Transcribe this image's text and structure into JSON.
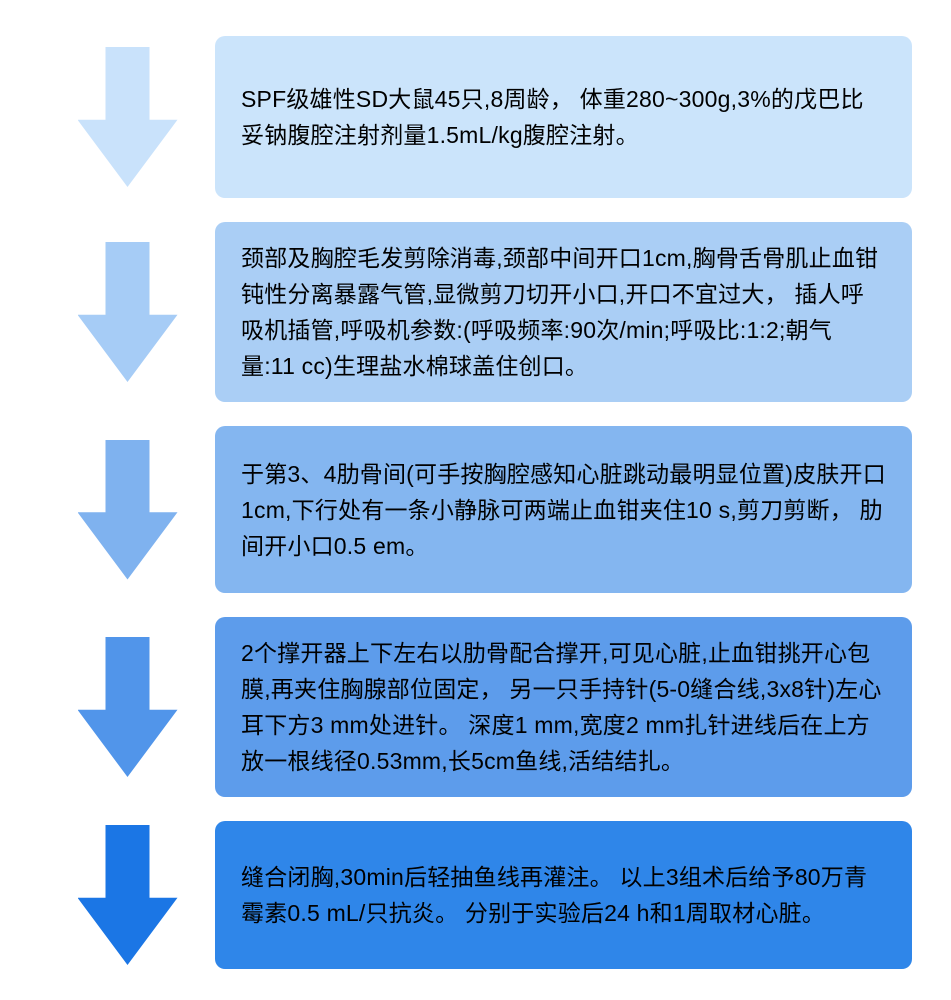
{
  "diagram": {
    "type": "vertical-flowchart",
    "background_color": "#ffffff",
    "text_color": "#000000",
    "steps": [
      {
        "arrow_icon": "down-block-arrow",
        "arrow_color": "#c9e2fb",
        "box_color": "#cbe4fb",
        "text": "SPF级雄性SD大鼠45只,8周龄， 体重280~300g,3%的戊巴比妥钠腹腔注射剂量1.5mL/kg腹腔注射。"
      },
      {
        "arrow_icon": "down-block-arrow",
        "arrow_color": "#a6ccf6",
        "box_color": "#aacef5",
        "text": "颈部及胸腔毛发剪除消毒,颈部中间开口1cm,胸骨舌骨肌止血钳钝性分离暴露气管,显微剪刀切开小口,开口不宜过大， 插人呼吸机插管,呼吸机参数:(呼吸频率:90次/min;呼吸比:1:2;朝气量:11 cc)生理盐水棉球盖住创口。"
      },
      {
        "arrow_icon": "down-block-arrow",
        "arrow_color": "#7fb2ef",
        "box_color": "#84b6f0",
        "text": "于第3、4肋骨间(可手按胸腔感知心脏跳动最明显位置)皮肤开口1cm,下行处有一条小静脉可两端止血钳夹住10 s,剪刀剪断， 肋间开小口0.5 em。"
      },
      {
        "arrow_icon": "down-block-arrow",
        "arrow_color": "#5195ea",
        "box_color": "#5d9ceb",
        "text": "2个撑开器上下左右以肋骨配合撑开,可见心脏,止血钳挑开心包膜,再夹住胸腺部位固定， 另一只手持针(5-0缝合线,3x8针)左心耳下方3 mm处进针。 深度1 mm,宽度2 mm扎针进线后在上方放一根线径0.53mm,长5cm鱼线,活结结扎。"
      },
      {
        "arrow_icon": "down-block-arrow",
        "arrow_color": "#1b76e5",
        "box_color": "#2f86e9",
        "text": "缝合闭胸,30min后轻抽鱼线再灌注。 以上3组术后给予80万青霉素0.5 mL/只抗炎。 分别于实验后24 h和1周取材心脏。"
      }
    ]
  }
}
